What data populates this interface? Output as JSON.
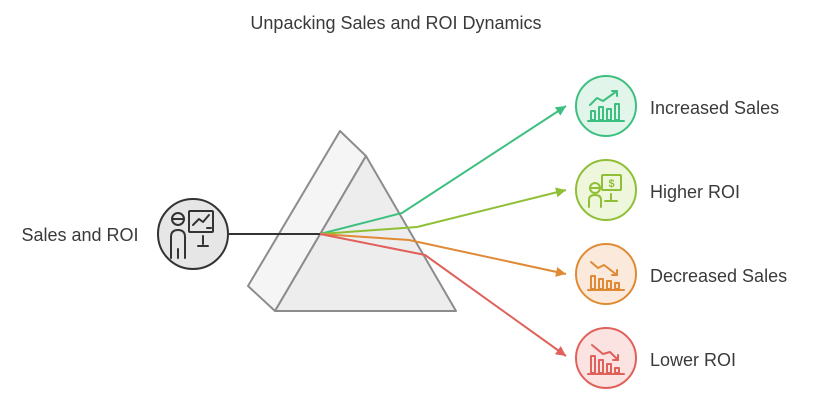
{
  "title": "Unpacking Sales and ROI Dynamics",
  "source": {
    "label": "Sales and ROI",
    "icon": "presenter-chart-icon",
    "circle_fill": "#e6e6e6",
    "stroke": "#333333"
  },
  "outputs": [
    {
      "id": "increased-sales",
      "label": "Increased Sales",
      "icon": "chart-up-icon",
      "color": "#3dbf7f",
      "fill": "#e2f5ea"
    },
    {
      "id": "higher-roi",
      "label": "Higher ROI",
      "icon": "money-presenter-icon",
      "color": "#8fbf35",
      "fill": "#eef6dc"
    },
    {
      "id": "decreased-sales",
      "label": "Decreased Sales",
      "icon": "chart-down-icon",
      "color": "#e08a36",
      "fill": "#fbeadb"
    },
    {
      "id": "lower-roi",
      "label": "Lower ROI",
      "icon": "chart-down-small-icon",
      "color": "#e0605a",
      "fill": "#fbe3e2"
    }
  ]
}
